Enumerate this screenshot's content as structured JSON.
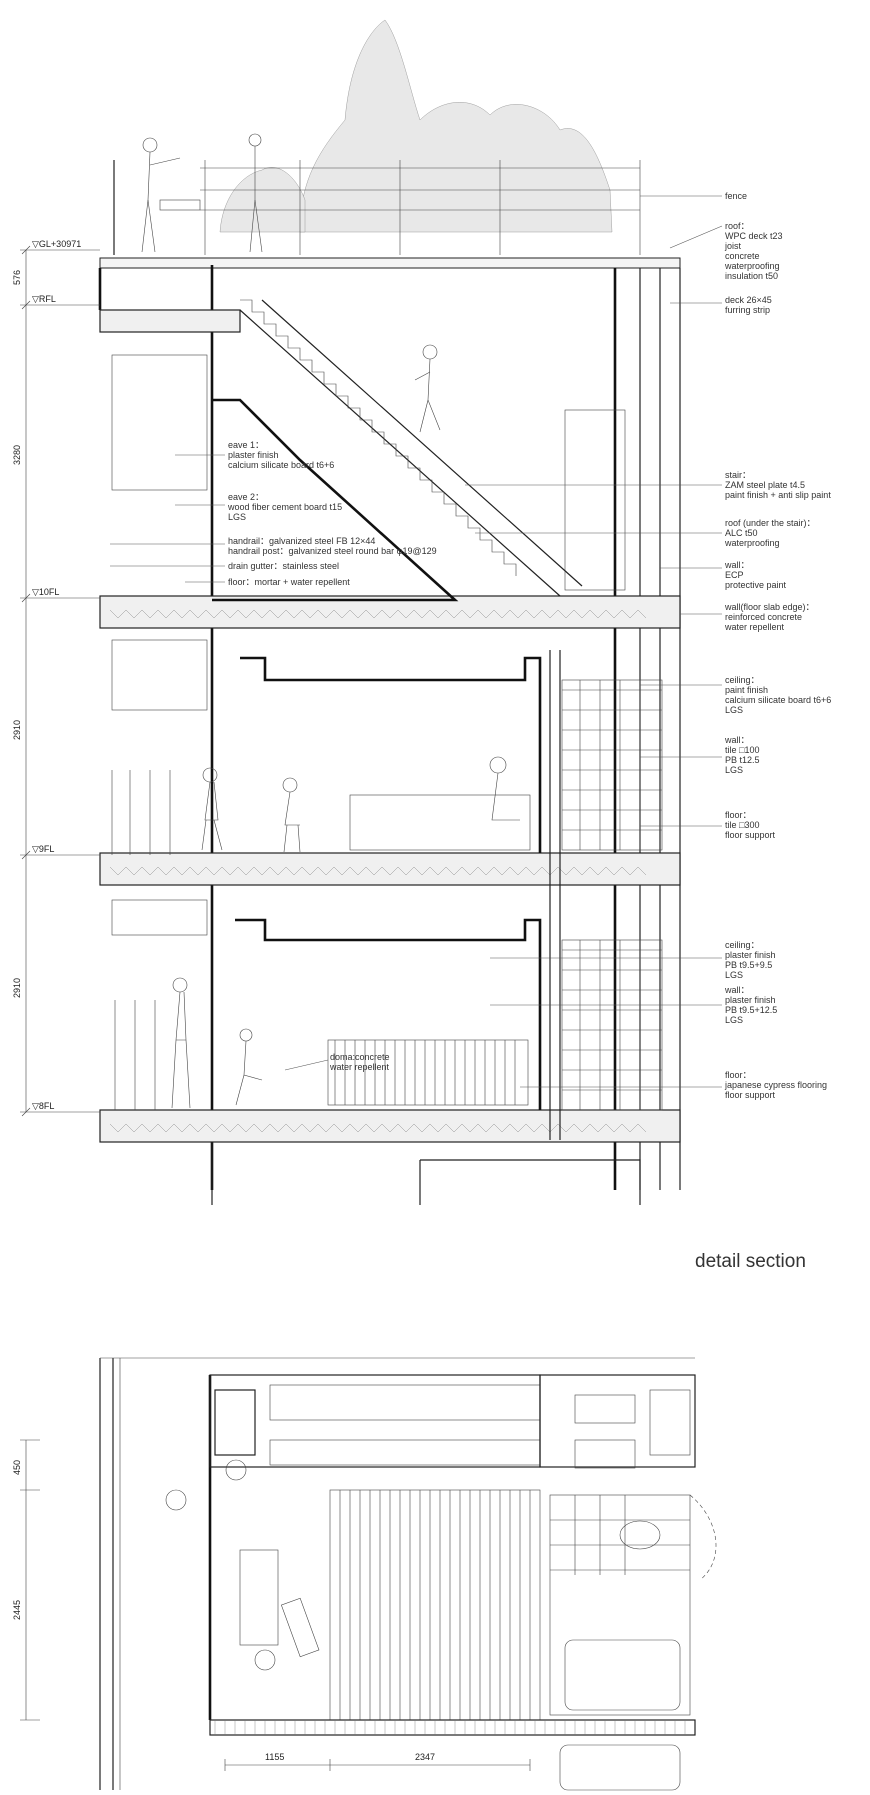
{
  "caption": "detail section",
  "levels": [
    "▽GL+30971",
    "▽RFL",
    "▽10FL",
    "▽9FL",
    "▽8FL"
  ],
  "section_dimensions": [
    "576",
    "3280",
    "2910",
    "2910"
  ],
  "plan_dimensions": {
    "vertical": [
      "450",
      "2445"
    ],
    "horizontal": [
      "1155",
      "2347"
    ]
  },
  "right_annotations": [
    {
      "id": "fence",
      "lines": [
        "fence"
      ]
    },
    {
      "id": "roof",
      "lines": [
        "roof：",
        "WPC deck t23",
        "joist",
        "concrete",
        "waterproofing",
        "insulation t50"
      ]
    },
    {
      "id": "deck",
      "lines": [
        "deck 26×45",
        "furring strip"
      ]
    },
    {
      "id": "stair",
      "lines": [
        "stair：",
        "ZAM steel plate t4.5",
        "paint finish + anti slip paint"
      ]
    },
    {
      "id": "roof-under-stair",
      "lines": [
        "roof (under the stair)：",
        "ALC t50",
        "waterproofing"
      ]
    },
    {
      "id": "wall-ecp",
      "lines": [
        "wall：",
        "ECP",
        "protective paint"
      ]
    },
    {
      "id": "wall-slab-edge",
      "lines": [
        "wall(floor slab edge)：",
        "reinforced concrete",
        "water repellent"
      ]
    },
    {
      "id": "ceiling-9",
      "lines": [
        "ceiling：",
        "paint finish",
        "calcium silicate board t6+6",
        "LGS"
      ]
    },
    {
      "id": "wall-tile",
      "lines": [
        "wall：",
        "tile □100",
        "PB t12.5",
        "LGS"
      ]
    },
    {
      "id": "floor-tile",
      "lines": [
        "floor：",
        "tile □300",
        "floor support"
      ]
    },
    {
      "id": "ceiling-8",
      "lines": [
        "ceiling：",
        "plaster finish",
        "PB t9.5+9.5",
        "LGS"
      ]
    },
    {
      "id": "wall-plaster",
      "lines": [
        "wall：",
        "plaster finish",
        "PB t9.5+12.5",
        "LGS"
      ]
    },
    {
      "id": "floor-cypress",
      "lines": [
        "floor：",
        "japanese cypress flooring",
        "floor support"
      ]
    }
  ],
  "left_annotations": [
    {
      "id": "eave-1",
      "lines": [
        "eave 1：",
        "plaster finish",
        "calcium silicate board t6+6"
      ]
    },
    {
      "id": "eave-2",
      "lines": [
        "eave 2：",
        "wood fiber cement board t15",
        "LGS"
      ]
    },
    {
      "id": "handrail",
      "lines": [
        "handrail：galvanized steel FB 12×44",
        "handrail post：galvanized steel round bar φ19@129"
      ]
    },
    {
      "id": "drain-gutter",
      "lines": [
        "drain gutter：stainless steel"
      ]
    },
    {
      "id": "floor-mortar",
      "lines": [
        "floor：mortar + water repellent"
      ]
    },
    {
      "id": "doma",
      "lines": [
        "doma:concrete",
        "water repellent"
      ]
    }
  ]
}
